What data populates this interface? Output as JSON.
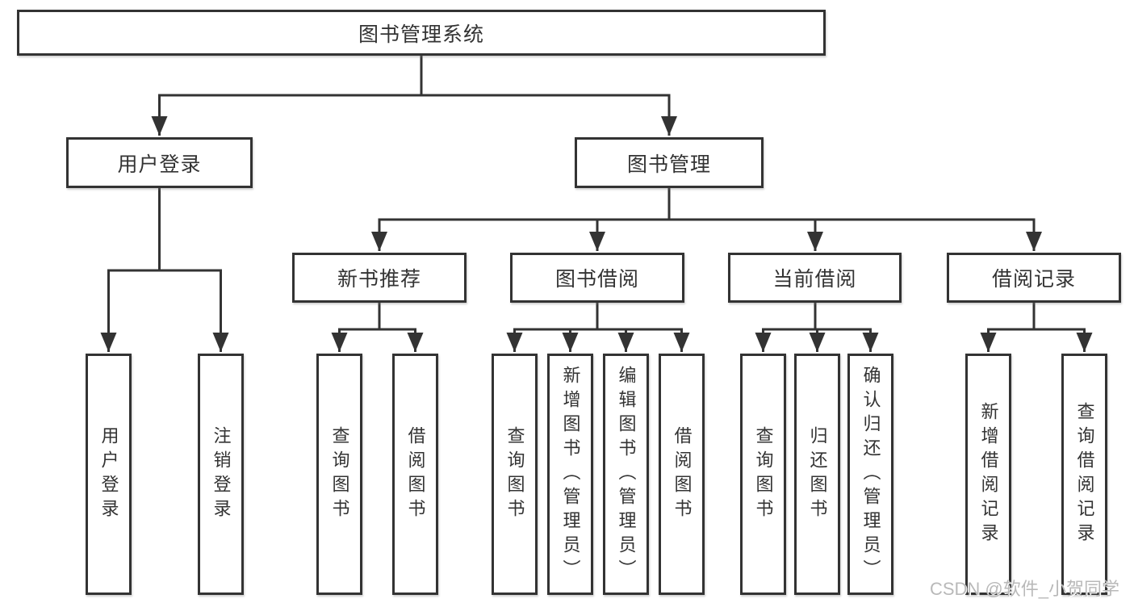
{
  "title": "图书管理系统",
  "branches": {
    "user_login": {
      "label": "用户登录",
      "children": {
        "login": "用户登录",
        "logout": "注销登录"
      }
    },
    "book_mgmt": {
      "label": "图书管理",
      "sections": {
        "new_book": {
          "label": "新书推荐",
          "children": {
            "query": "查询图书",
            "borrow": "借阅图书"
          }
        },
        "book_borrow": {
          "label": "图书借阅",
          "children": {
            "query": "查询图书",
            "add": "新增图书（管理员）",
            "edit": "编辑图书（管理员）",
            "borrow": "借阅图书"
          }
        },
        "current_borrow": {
          "label": "当前借阅",
          "children": {
            "query": "查询图书",
            "return": "归还图书",
            "confirm": "确认归还（管理员）"
          }
        },
        "borrow_record": {
          "label": "借阅记录",
          "children": {
            "add": "新增借阅记录",
            "query": "查询借阅记录"
          }
        }
      }
    }
  },
  "watermark": "CSDN @软件_小贺同学",
  "colors": {
    "line": "#333333",
    "text": "#333333",
    "watermark": "#b9b9b9",
    "background": "#ffffff"
  }
}
